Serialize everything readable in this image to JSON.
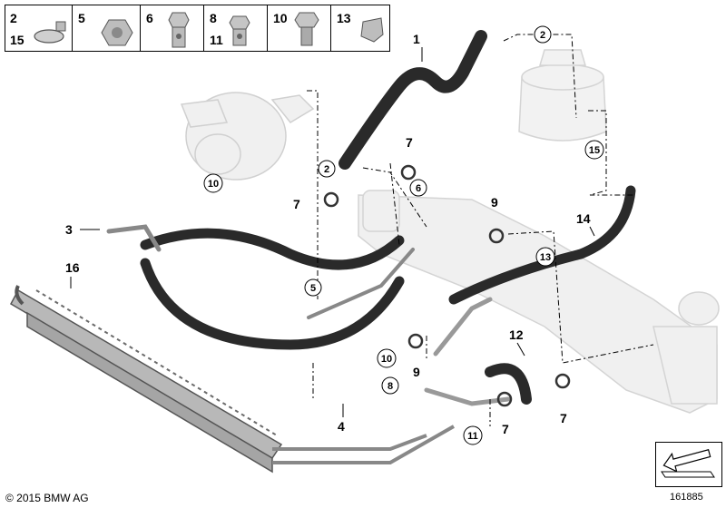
{
  "legend": {
    "cells": [
      {
        "top": "2",
        "bottom": "15",
        "icon": "hose-clamp-icon"
      },
      {
        "top": "5",
        "bottom": "",
        "icon": "hex-nut-icon"
      },
      {
        "top": "6",
        "bottom": "",
        "icon": "banjo-bolt-icon"
      },
      {
        "top": "8",
        "bottom": "11",
        "icon": "banjo-bolt-small-icon"
      },
      {
        "top": "10",
        "bottom": "",
        "icon": "hex-bolt-icon"
      },
      {
        "top": "13",
        "bottom": "",
        "icon": "retaining-clip-icon"
      }
    ]
  },
  "callouts": {
    "c1": "1",
    "c3": "3",
    "c4": "4",
    "c7a": "7",
    "c7b": "7",
    "c7c": "7",
    "c7d": "7",
    "c9a": "9",
    "c9b": "9",
    "c12": "12",
    "c14": "14",
    "c16": "16"
  },
  "circled": {
    "c2a": "2",
    "c2b": "2",
    "c5": "5",
    "c6": "6",
    "c8": "8",
    "c10a": "10",
    "c10b": "10",
    "c11": "11",
    "c13": "13",
    "c15": "15"
  },
  "footer": {
    "copyright": "© 2015 BMW AG",
    "ref": "161885"
  }
}
